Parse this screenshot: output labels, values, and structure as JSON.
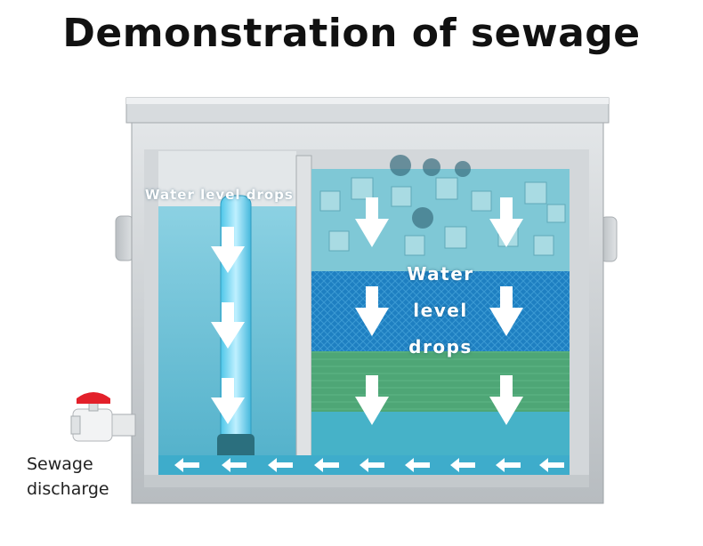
{
  "title": "Demonstration of sewage",
  "left_chamber_label": "Water level drops",
  "right_chamber_label": [
    "Water",
    "level",
    "drops"
  ],
  "discharge_label": [
    "Sewage",
    "discharge"
  ],
  "colors": {
    "water": "#3fb3cf",
    "filter_blue": "#1f7fc0",
    "filter_green": "#4fa878",
    "valve_red": "#e3202a",
    "steel": "#c9cdd0"
  }
}
